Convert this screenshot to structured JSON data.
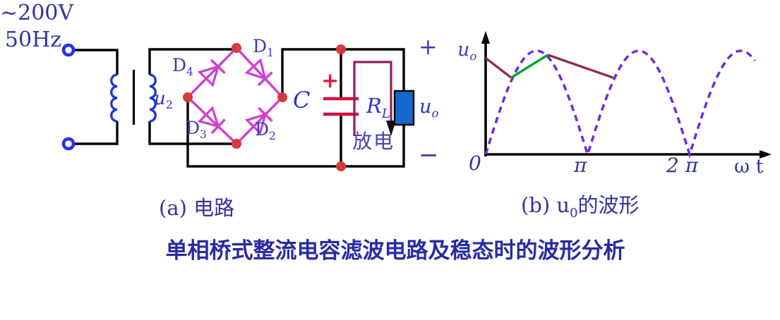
{
  "title": "单相桥式整流电容滤波电路及稳态时的波形分析",
  "captions": {
    "a_prefix": "(a) ",
    "a_text": "电路",
    "b_prefix": "(b) ",
    "b_var_base": "u",
    "b_var_sub": "0",
    "b_suffix": "的波形"
  },
  "circuit": {
    "source_line1": "~200V",
    "source_line2": "50Hz",
    "secondary_label_base": "u",
    "secondary_label_sub": "2",
    "diodes": {
      "d1_base": "D",
      "d1_sub": "1",
      "d2_base": "D",
      "d2_sub": "2",
      "d3_base": "D",
      "d3_sub": "3",
      "d4_base": "D",
      "d4_sub": "4"
    },
    "capacitor_label": "C",
    "capacitor_polarity": "+",
    "load_label_base": "R",
    "load_label_sub": "L",
    "output_label_base": "u",
    "output_label_sub": "o",
    "terminal_plus": "+",
    "terminal_minus": "−",
    "discharge_label": "放电"
  },
  "waveform": {
    "y_axis_label_base": "u",
    "y_axis_label_sub": "o",
    "x_axis_label": "ω t",
    "tick_origin": "0",
    "tick_pi": "π",
    "tick_2pi": "2 π",
    "chart_data": {
      "type": "line",
      "xlabel": "ωt",
      "ylabel": "uo",
      "x_unit": "multiples of π",
      "x_ticks_pi": [
        0,
        1,
        2
      ],
      "dashed_curve": {
        "name": "full-wave rectified sine |sin(ωt)|",
        "style": "dashed",
        "x_start_pi": 0,
        "x_end_pi": 2.65,
        "peak_value": 1
      },
      "solid_segments": [
        {
          "name": "capacitor discharge",
          "role": "discharge",
          "points": [
            [
              0.0,
              0.93
            ],
            [
              0.25,
              0.74
            ]
          ]
        },
        {
          "name": "capacitor charge",
          "role": "charge",
          "points": [
            [
              0.25,
              0.74
            ],
            [
              0.61,
              0.96
            ]
          ]
        },
        {
          "name": "capacitor discharge",
          "role": "discharge",
          "points": [
            [
              0.61,
              0.96
            ],
            [
              1.25,
              0.74
            ]
          ]
        }
      ]
    }
  },
  "colors": {
    "wire": "#000000",
    "bridge_magenta": "#ce3fd3",
    "node_dot_red": "#d5393b",
    "capacitor_red": "#d60f3f",
    "discharge_loop_maroon": "#8e1f5e",
    "coil_blue": "#2238cc",
    "terminal_blue": "#2433ee",
    "var_label_blue": "#2d35c9",
    "text_navy": "#32329f",
    "load_fill_blue": "#1668cc",
    "dashed_violet": "#6b2be0",
    "wave_discharge_maroon": "#8f2d50",
    "wave_charge_green": "#0aa032"
  }
}
